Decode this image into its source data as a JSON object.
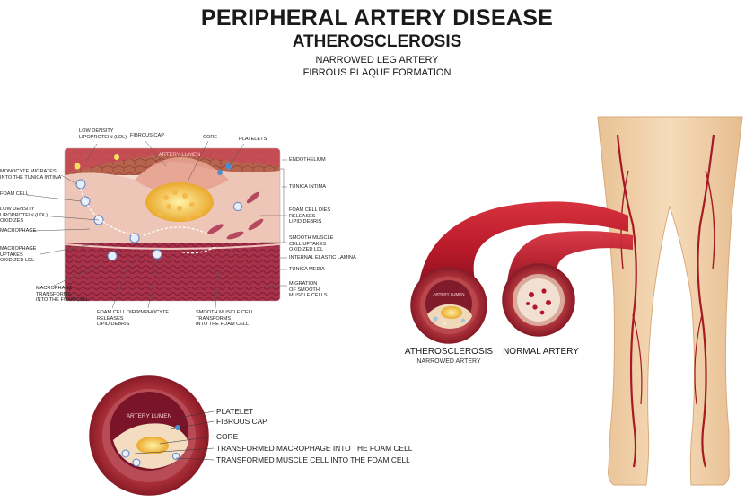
{
  "header": {
    "title": "PERIPHERAL ARTERY DISEASE",
    "subtitle": "ATHEROSCLEROSIS",
    "line1": "NARROWED LEG ARTERY",
    "line2": "FIBROUS PLAQUE FORMATION"
  },
  "detail": {
    "lumen_label": "ARTERY LUMEN",
    "top_labels": [
      "LOW DENSITY\nLIPOPROTEIN (LDL)",
      "FIBROUS CAP",
      "CORE",
      "PLATELETS"
    ],
    "left_labels": [
      "MONOCYTE MIGRATES\nINTO THE TUNICA INTIMA",
      "FOAM CELL",
      "LOW DENSITY\nLIPOPROTEIN (LDL)\nOXIDIZES",
      "MACROPHAGE",
      "MACROPHAGE\nUPTAKES\nOXIDIZED LDL"
    ],
    "right_labels": [
      "ENDOTHELIUM",
      "TUNICA INTIMA",
      "FOAM CELL DIES\nRELEASES\nLIPID DEBRIS",
      "SMOOTH MUSCLE\nCELL UPTAKES\nOXIDIZED LDL",
      "INTERNAL ELASTIC LAMINA",
      "TUNICA MEDIA",
      "MIGRATION\nOF SMOOTH\nMUSCLE CELLS"
    ],
    "bottom_labels": [
      "MACROPHAGE\nTRANSFORMS\nINTO THE FOAM CELL",
      "FOAM CELL DIES\nRELEASES\nLIPID DEBRIS",
      "LYMPHOCYTE",
      "SMOOTH MUSCLE CELL\nTRANSFORMS\nINTO THE FOAM CELL"
    ]
  },
  "comparison": {
    "small_lumen_label": "ARTERY LUMEN",
    "left_title": "ATHEROSCLEROSIS",
    "left_subtitle": "NARROWED ARTERY",
    "right_title": "NORMAL ARTERY"
  },
  "cross_section": {
    "lumen_label": "ARTERY LUMEN",
    "labels": [
      "PLATELET",
      "FIBROUS CAP",
      "CORE",
      "TRANSFORMED MACROPHAGE INTO THE FOAM CELL",
      "TRANSFORMED MUSCLE CELL INTO THE FOAM CELL"
    ]
  },
  "colors": {
    "artery_red": "#b3182b",
    "plaque_yellow": "#f3c43f",
    "skin": "#f3d3ac",
    "vessel_pink": "#e7a6a6"
  }
}
